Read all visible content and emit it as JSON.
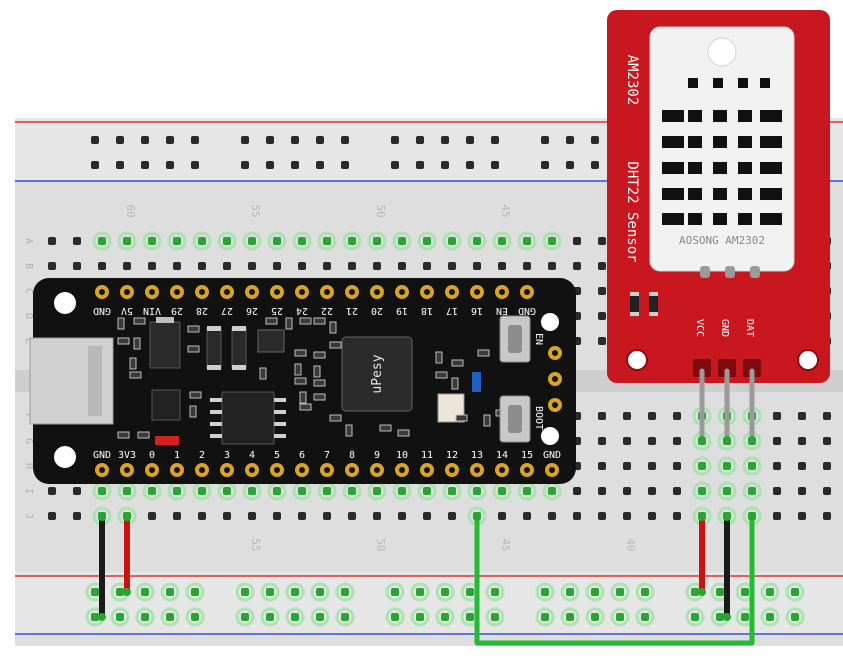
{
  "breadboard": {
    "row_letters": [
      "A",
      "B",
      "C",
      "D",
      "E",
      "F",
      "G",
      "H",
      "I",
      "J"
    ],
    "column_numbers_top": [
      "60",
      "55",
      "50",
      "45"
    ],
    "column_numbers_bottom": [
      "55",
      "50",
      "45",
      "40"
    ]
  },
  "board": {
    "top_pin_labels": [
      "GND",
      "5V",
      "VIN",
      "29",
      "28",
      "27",
      "26",
      "25",
      "24",
      "22",
      "21",
      "20",
      "19",
      "18",
      "17",
      "16",
      "EN",
      "GND"
    ],
    "bottom_pin_labels": [
      "GND",
      "3V3",
      "0",
      "1",
      "2",
      "3",
      "4",
      "5",
      "6",
      "7",
      "8",
      "9",
      "10",
      "11",
      "12",
      "13",
      "14",
      "15",
      "GND"
    ],
    "logo_text": "uPesy",
    "button_en_label": "EN",
    "button_boot_label": "BOOT"
  },
  "sensor": {
    "title_line1": "AM2302",
    "title_line2": "DHT22 Sensor",
    "brand_text": "AOSONG AM2302",
    "pin_labels": [
      "VCC",
      "GND",
      "DAT"
    ]
  },
  "colors": {
    "wire_black": "#1a1a1a",
    "wire_red": "#cc1111",
    "wire_green": "#22bb33",
    "wire_gray": "#9a9a9a",
    "sensor_red": "#c8171e",
    "board_black": "#111111",
    "rail_red": "#e23030",
    "rail_blue": "#3a4fd8"
  }
}
